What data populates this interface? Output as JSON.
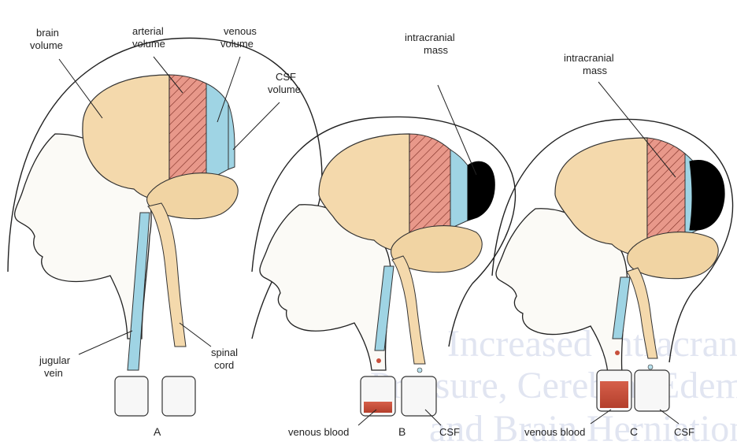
{
  "labels": {
    "brain_volume": [
      "brain",
      "volume"
    ],
    "arterial_volume": [
      "arterial",
      "volume"
    ],
    "venous_volume": [
      "venous",
      "volume"
    ],
    "csf_volume": [
      "CSF",
      "volume"
    ],
    "intracranial_mass_b": [
      "intracranial",
      "mass"
    ],
    "intracranial_mass_c": [
      "intracranial",
      "mass"
    ],
    "jugular_vein": [
      "jugular",
      "vein"
    ],
    "spinal_cord": [
      "spinal",
      "cord"
    ],
    "venous_blood_b": "venous blood",
    "csf_b": "CSF",
    "venous_blood_c": "venous blood",
    "csf_c": "CSF"
  },
  "panels": [
    "A",
    "B",
    "C"
  ],
  "watermark": [
    "Increased Intracranial",
    "Pressure, Cerebral Edema,",
    "and Brain Herniation"
  ],
  "colors": {
    "brain": "#f4d9ac",
    "arterial": "#e8988a",
    "venous": "#9fd4e4",
    "csf": "#b8e0ec",
    "mass": "#000000",
    "blood": "#c8503c"
  }
}
